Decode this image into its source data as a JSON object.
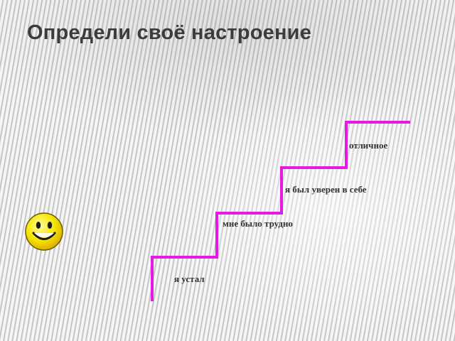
{
  "slide": {
    "title": "Определи своё настроение"
  },
  "staircase": {
    "line_color": "#e619e6",
    "steps": [
      {
        "label": "я устал"
      },
      {
        "label": "мне было трудно"
      },
      {
        "label": "я был уверен в себе"
      },
      {
        "label": "отличное"
      }
    ]
  },
  "emoji": {
    "icon": "smiley-face-icon",
    "face_color": "#f5e600"
  }
}
